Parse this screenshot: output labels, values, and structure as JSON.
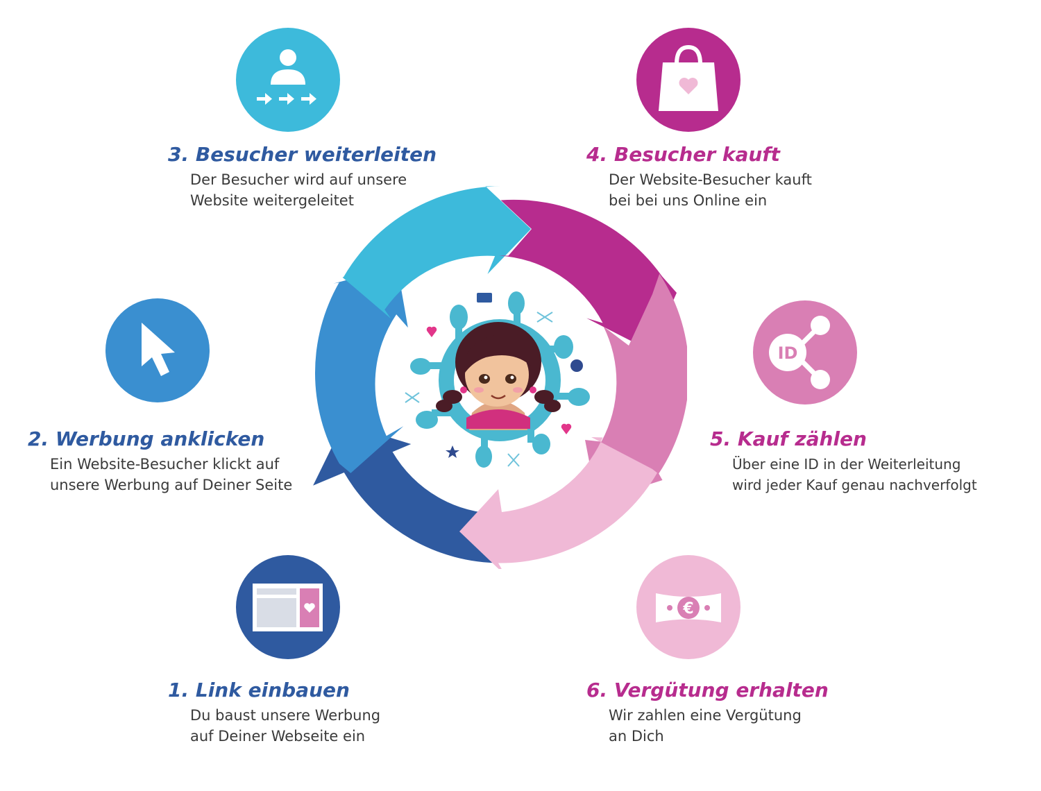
{
  "steps": [
    {
      "title": "1. Link einbauen",
      "lines": [
        "Du baust unsere Werbung",
        "auf Deiner Webseite ein"
      ],
      "color": "#2f5aa0",
      "icon": "website-banner-icon"
    },
    {
      "title": "2. Werbung anklicken",
      "lines": [
        "Ein Website-Besucher klickt auf",
        "unsere Werbung auf Deiner Seite"
      ],
      "color": "#3a8fd0",
      "icon": "cursor-icon"
    },
    {
      "title": "3. Besucher weiterleiten",
      "lines": [
        "Der Besucher wird auf unsere",
        "Website weitergeleitet"
      ],
      "color": "#3dbadb",
      "icon": "user-redirect-icon"
    },
    {
      "title": "4. Besucher kauft",
      "lines": [
        "Der Website-Besucher kauft",
        "bei bei uns Online ein"
      ],
      "color": "#b72c8e",
      "icon": "shopping-bag-icon"
    },
    {
      "title": "5. Kauf zählen",
      "lines": [
        "Über eine ID in der Weiterleitung",
        "wird jeder Kauf genau nachverfolgt"
      ],
      "color": "#d97fb4",
      "icon": "share-id-icon"
    },
    {
      "title": "6. Vergütung erhalten",
      "lines": [
        "Wir zahlen eine Vergütung",
        "an Dich"
      ],
      "color": "#f0b9d6",
      "icon": "euro-banknote-icon"
    }
  ],
  "icon_glyphs": {
    "id_label": "ID",
    "euro_symbol": "€"
  },
  "colors": {
    "title_blue": "#2f5aa0",
    "title_magenta": "#b72c8e",
    "background": "#ffffff"
  }
}
